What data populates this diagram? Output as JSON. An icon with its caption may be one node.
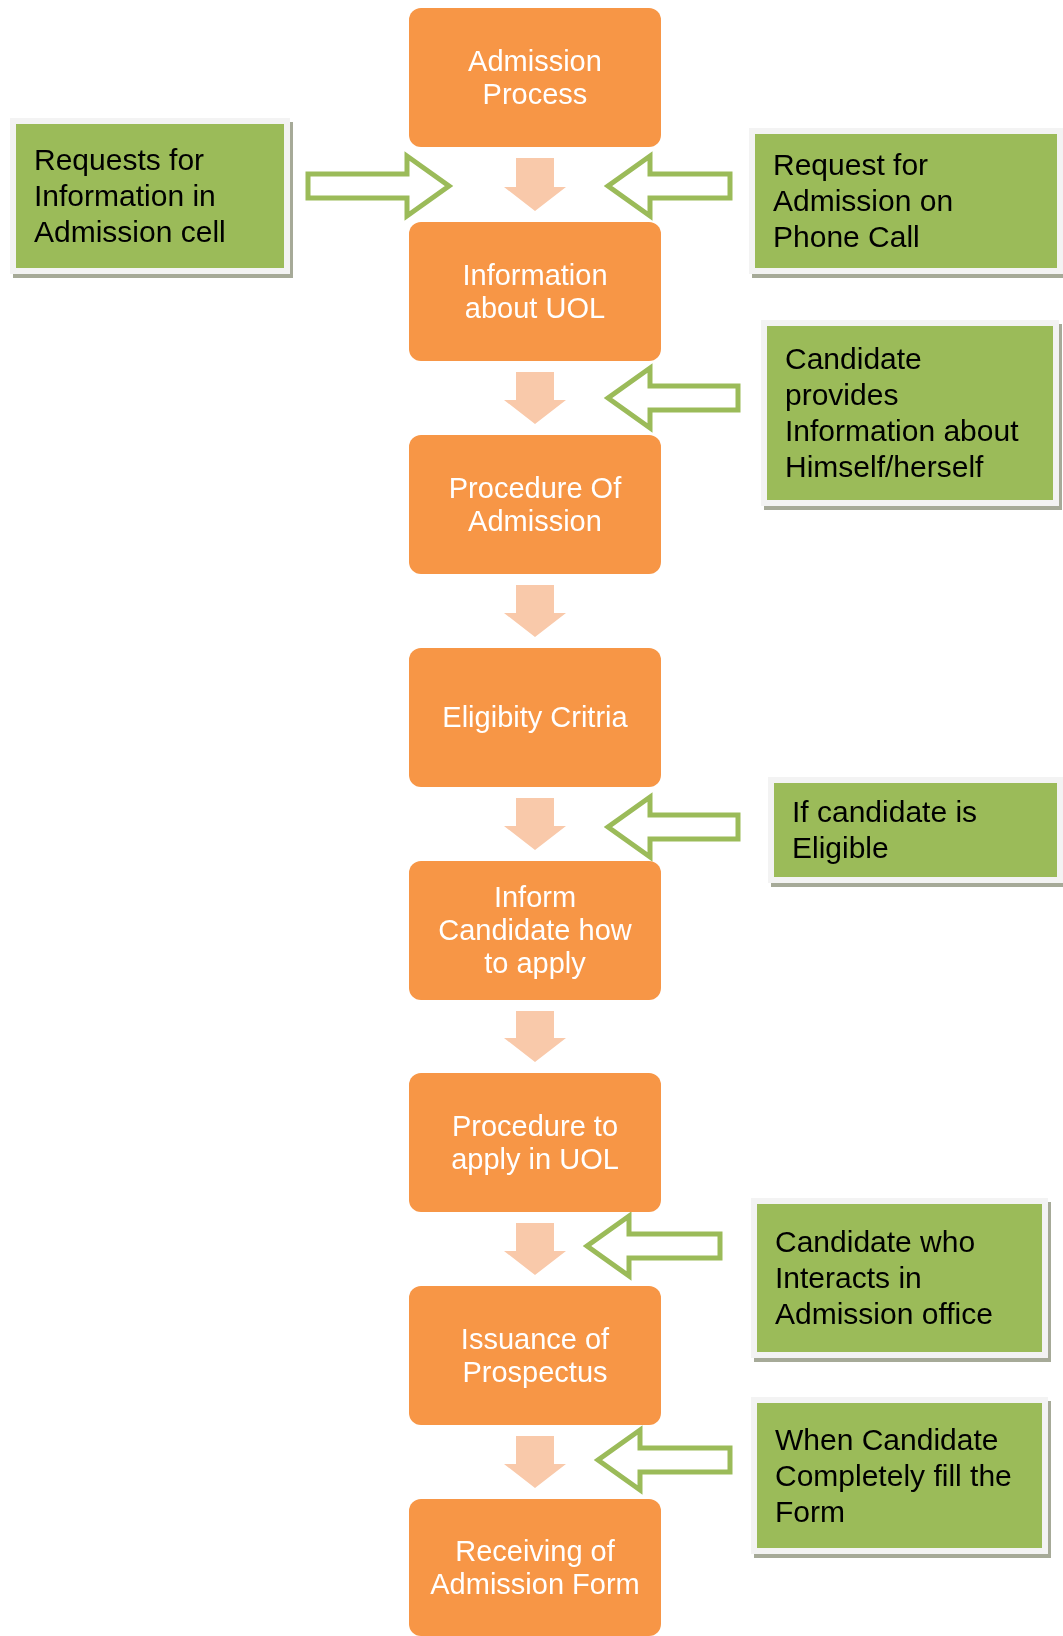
{
  "diagram": {
    "nodes": [
      {
        "text": [
          "Admission Process"
        ]
      },
      {
        "text": [
          "Requests for Information in Admission cell"
        ]
      },
      {
        "text": [
          "Request for Admission on Phone Call"
        ]
      },
      {
        "text": [
          "Information about UOL"
        ]
      },
      {
        "text": [
          "Candidate provides Information about Himself/herself"
        ]
      },
      {
        "text": [
          "Procedure Of Admission"
        ]
      },
      {
        "text": [
          "Eligibity Critria"
        ]
      },
      {
        "text": [
          "If candidate is Eligible"
        ]
      },
      {
        "text": [
          "Inform Candidate how to apply"
        ]
      },
      {
        "text": [
          "Procedure to apply in UOL"
        ]
      },
      {
        "text": [
          "Candidate who Interacts in Admission office"
        ]
      },
      {
        "text": [
          "Issuance of Prospectus"
        ]
      },
      {
        "text": [
          "When Candidate Completely fill the Form"
        ]
      },
      {
        "text": [
          "Receiving of Admission Form"
        ]
      }
    ],
    "edges": [
      {
        "from": 0,
        "to": 3,
        "arrow": "to"
      },
      {
        "from": 3,
        "to": 5,
        "arrow": "to"
      },
      {
        "from": 5,
        "to": 6,
        "arrow": "to"
      },
      {
        "from": 6,
        "to": 8,
        "arrow": "to"
      },
      {
        "from": 8,
        "to": 9,
        "arrow": "to"
      },
      {
        "from": 9,
        "to": 11,
        "arrow": "to"
      },
      {
        "from": 11,
        "to": 13,
        "arrow": "to"
      },
      {
        "from": 1,
        "to": null,
        "arrow": "to",
        "color": "#9bbb59"
      },
      {
        "from": 2,
        "to": null,
        "arrow": "to",
        "color": "#9bbb59"
      },
      {
        "from": 4,
        "to": null,
        "arrow": "to",
        "color": "#9bbb59"
      },
      {
        "from": 7,
        "to": null,
        "arrow": "to",
        "color": "#9bbb59"
      },
      {
        "from": 10,
        "to": null,
        "arrow": "to",
        "color": "#9bbb59"
      },
      {
        "from": 12,
        "to": null,
        "arrow": "to",
        "color": "#9bbb59"
      }
    ]
  }
}
